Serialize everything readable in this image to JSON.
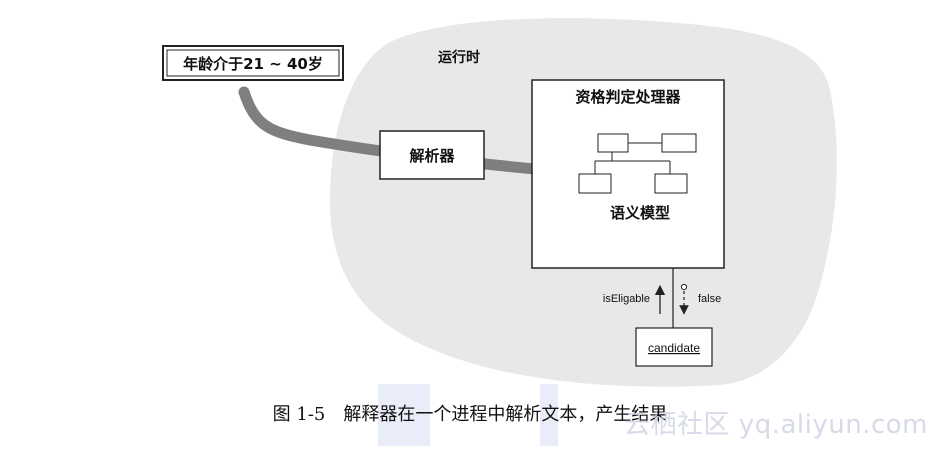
{
  "diagram": {
    "input_label": "年龄介于21 ~ 40岁",
    "runtime_label": "运行时",
    "parser_label": "解析器",
    "processor_label": "资格判定处理器",
    "model_label": "语义模型",
    "up_label": "isEligable",
    "down_label": "false",
    "candidate_label": "candidate"
  },
  "caption": "图 1-5　解释器在一个进程中解析文本，产生结果",
  "watermark": "云栖社区 yq.aliyun.com",
  "colors": {
    "runtime_fill": "#e8e8e8",
    "arrow_gray": "#7f7f7f",
    "stroke": "#222222"
  }
}
